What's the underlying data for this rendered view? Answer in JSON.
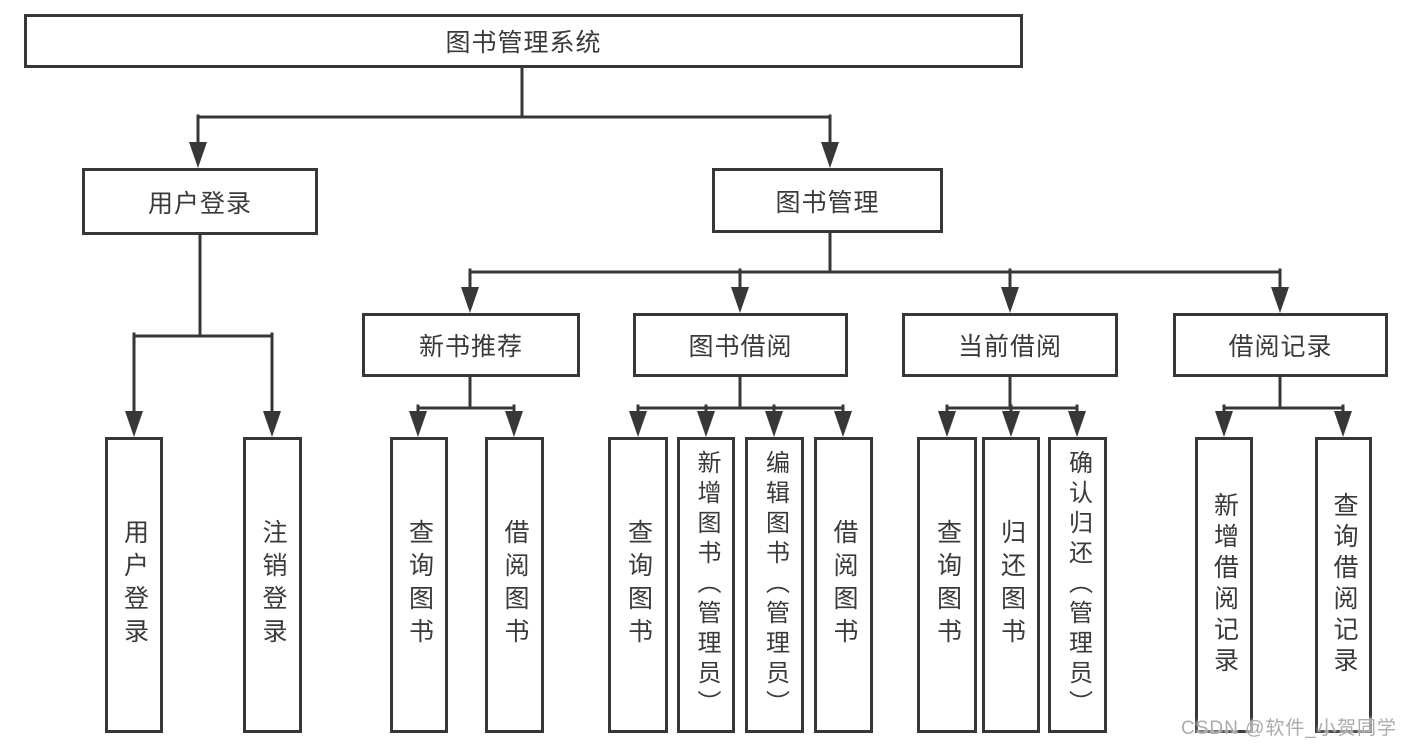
{
  "diagram_title": "图书管理系统",
  "colors": {
    "line": "#373737",
    "box_border": "#373737",
    "text": "#3a3a3a",
    "background": "#ffffff",
    "watermark": "#ababab"
  },
  "nodes": {
    "root": "图书管理系统",
    "user_login": "用户登录",
    "book_mgmt": "图书管理",
    "new_books": "新书推荐",
    "book_borrow": "图书借阅",
    "current_borrow": "当前借阅",
    "borrow_records": "借阅记录",
    "leaf_user_login": "用户登录",
    "leaf_logout": "注销登录",
    "leaf_nb_query": "查询图书",
    "leaf_nb_borrow": "借阅图书",
    "leaf_bb_query": "查询图书",
    "leaf_bb_add": "新增图书（管理员）",
    "leaf_bb_edit": "编辑图书（管理员）",
    "leaf_bb_borrow": "借阅图书",
    "leaf_cb_query": "查询图书",
    "leaf_cb_return": "归还图书",
    "leaf_cb_confirm": "确认归还（管理员）",
    "leaf_br_add": "新增借阅记录",
    "leaf_br_query": "查询借阅记录"
  },
  "watermark": "CSDN @软件_小贺同学"
}
